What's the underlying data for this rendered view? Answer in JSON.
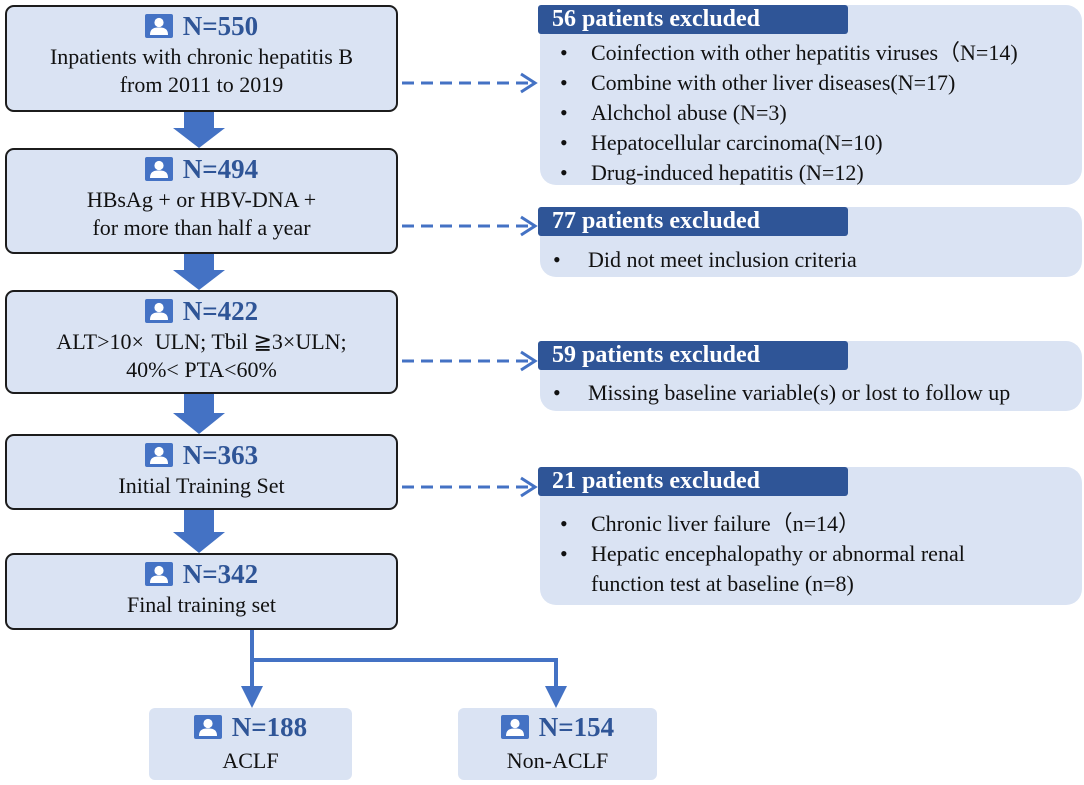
{
  "flow": {
    "steps": [
      {
        "count": "N=550",
        "lines": [
          "Inpatients with chronic hepatitis B",
          "from 2011 to 2019"
        ]
      },
      {
        "count": "N=494",
        "lines": [
          "HBsAg + or HBV-DNA +",
          "for more than half a year"
        ]
      },
      {
        "count": "N=422",
        "lines": [
          "ALT>10×  ULN; Tbil ≧3×ULN;",
          "40%< PTA<60%"
        ]
      },
      {
        "count": "N=363",
        "lines": [
          "Initial Training Set"
        ]
      },
      {
        "count": "N=342",
        "lines": [
          "Final training set"
        ]
      }
    ],
    "outcomes": [
      {
        "count": "N=188",
        "label": "ACLF"
      },
      {
        "count": "N=154",
        "label": "Non-ACLF"
      }
    ]
  },
  "exclusions": [
    {
      "title": "56 patients excluded",
      "items": [
        {
          "lines": [
            "Coinfection with other hepatitis viruses（N=14)"
          ]
        },
        {
          "lines": [
            "Combine with other liver diseases(N=17)"
          ]
        },
        {
          "lines": [
            "Alchchol abuse (N=3)"
          ]
        },
        {
          "lines": [
            "Hepatocellular carcinoma(N=10)"
          ]
        },
        {
          "lines": [
            "Drug-induced hepatitis (N=12)"
          ]
        }
      ]
    },
    {
      "title": "77 patients excluded",
      "items": [
        {
          "lines": [
            "Did not meet inclusion criteria"
          ]
        }
      ]
    },
    {
      "title": "59 patients excluded",
      "items": [
        {
          "lines": [
            "Missing baseline variable(s) or lost to follow up"
          ]
        }
      ]
    },
    {
      "title": "21 patients excluded",
      "items": [
        {
          "lines": [
            "Chronic liver failure（n=14）"
          ]
        },
        {
          "lines": [
            "Hepatic encephalopathy or abnormal renal",
            "function test at baseline (n=8)"
          ]
        }
      ]
    }
  ],
  "bullet": "•",
  "icons": {
    "count_badge": "user-icon"
  },
  "colors": {
    "box_fill": "#dae3f3",
    "header_fill": "#2f5597",
    "arrow": "#4472c4",
    "count_text": "#2f5597",
    "border": "#1c1c1c"
  }
}
